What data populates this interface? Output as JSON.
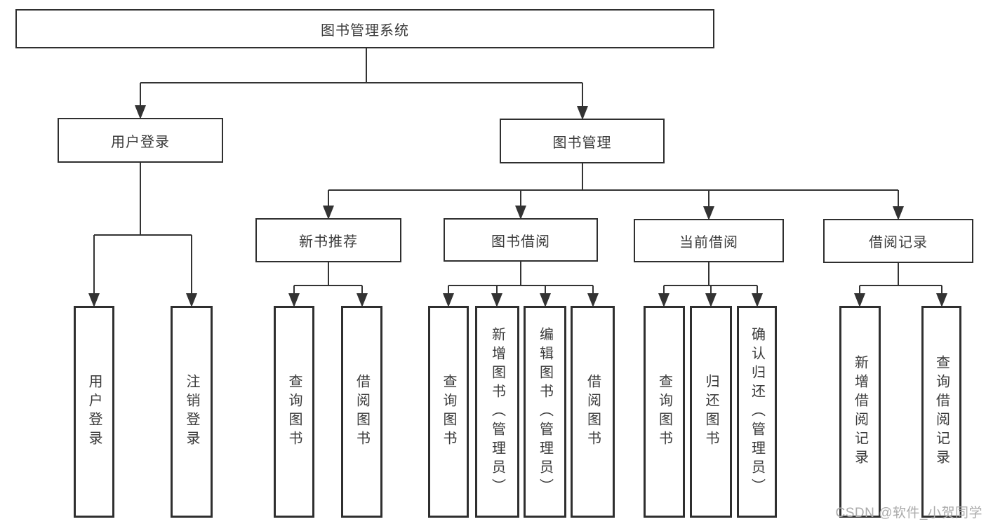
{
  "tree": {
    "label": "图书管理系统",
    "children": [
      {
        "label": "用户登录",
        "children": [
          {
            "label": "用户登录"
          },
          {
            "label": "注销登录"
          }
        ]
      },
      {
        "label": "图书管理",
        "children": [
          {
            "label": "新书推荐",
            "children": [
              {
                "label": "查询图书"
              },
              {
                "label": "借阅图书"
              }
            ]
          },
          {
            "label": "图书借阅",
            "children": [
              {
                "label": "查询图书"
              },
              {
                "label": "新增图书（管理员）"
              },
              {
                "label": "编辑图书（管理员）"
              },
              {
                "label": "借阅图书"
              }
            ]
          },
          {
            "label": "当前借阅",
            "children": [
              {
                "label": "查询图书"
              },
              {
                "label": "归还图书"
              },
              {
                "label": "确认归还（管理员）"
              }
            ]
          },
          {
            "label": "借阅记录",
            "children": [
              {
                "label": "新增借阅记录"
              },
              {
                "label": "查询借阅记录"
              }
            ]
          }
        ]
      }
    ]
  },
  "watermark": {
    "text": "CSDN @软件_小贺同学"
  },
  "colors": {
    "line": "#333333",
    "box_border": "#2f2f2f",
    "text": "#3a3a3a",
    "watermark": "#ababab",
    "background": "#ffffff"
  }
}
